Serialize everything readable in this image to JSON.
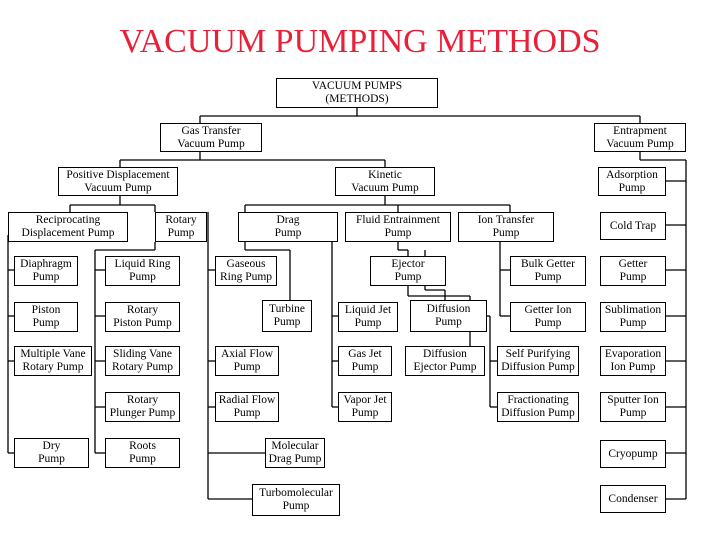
{
  "title": "VACUUM PUMPING METHODS",
  "colors": {
    "title": "#e8213a",
    "line": "#000000",
    "box_border": "#000000"
  },
  "nodes": {
    "root": "VACUUM PUMPS\n(METHODS)",
    "gas_transfer": "Gas Transfer\nVacuum Pump",
    "entrapment": "Entrapment\nVacuum Pump",
    "positive_displacement": "Positive Displacement\nVacuum Pump",
    "kinetic": "Kinetic\nVacuum Pump",
    "adsorption": "Adsorption\nPump",
    "reciprocating": "Reciprocating\nDisplacement Pump",
    "rotary": "Rotary\nPump",
    "drag": "Drag\nPump",
    "fluid_entrainment": "Fluid Entrainment\nPump",
    "ion_transfer": "Ion Transfer\nPump",
    "cold_trap": "Cold Trap",
    "diaphragm": "Diaphragm\nPump",
    "liquid_ring": "Liquid Ring\nPump",
    "gaseous_ring": "Gaseous\nRing Pump",
    "ejector": "Ejector\nPump",
    "bulk_getter": "Bulk Getter\nPump",
    "getter": "Getter\nPump",
    "piston": "Piston\nPump",
    "rotary_piston": "Rotary\nPiston Pump",
    "turbine": "Turbine\nPump",
    "liquid_jet": "Liquid Jet\nPump",
    "diffusion": "Diffusion\nPump",
    "getter_ion": "Getter Ion\nPump",
    "sublimation": "Sublimation\nPump",
    "multiple_vane": "Multiple Vane\nRotary Pump",
    "sliding_vane": "Sliding Vane\nRotary Pump",
    "axial_flow": "Axial Flow\nPump",
    "gas_jet": "Gas Jet\nPump",
    "diffusion_ejector": "Diffusion\nEjector Pump",
    "self_purifying": "Self Purifying\nDiffusion Pump",
    "evaporation_ion": "Evaporation\nIon Pump",
    "rotary_plunger": "Rotary\nPlunger Pump",
    "radial_flow": "Radial Flow\nPump",
    "vapor_jet": "Vapor Jet\nPump",
    "fractionating": "Fractionating\nDiffusion Pump",
    "sputter_ion": "Sputter Ion\nPump",
    "dry": "Dry\nPump",
    "roots": "Roots\nPump",
    "molecular_drag": "Molecular\nDrag Pump",
    "cryopump": "Cryopump",
    "turbomolecular": "Turbomolecular\nPump",
    "condenser": "Condenser"
  }
}
